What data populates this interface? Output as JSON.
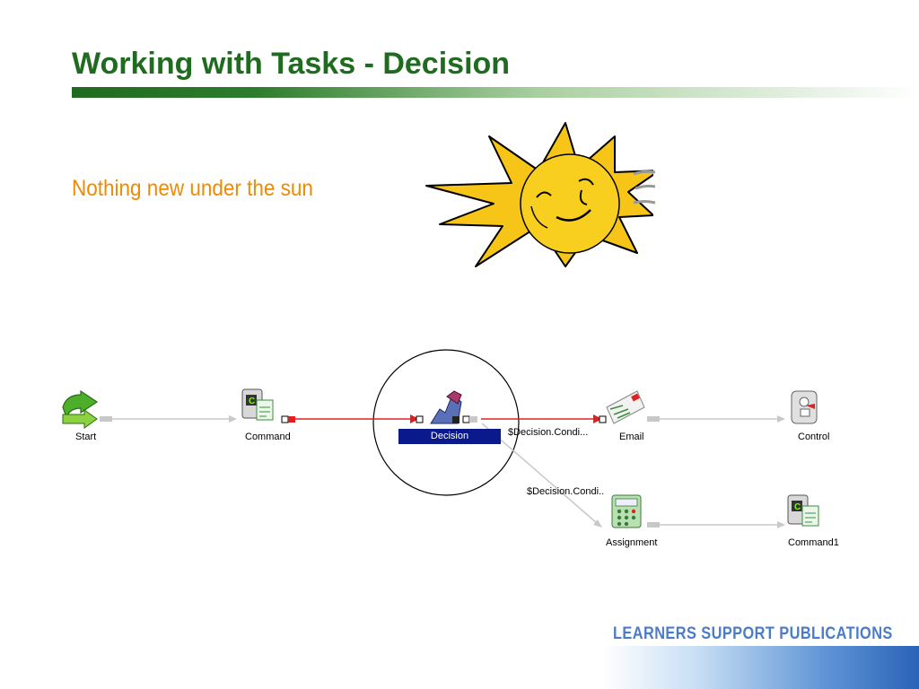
{
  "slide": {
    "title": "Working with Tasks - Decision",
    "subtitle": "Nothing new under the sun"
  },
  "workflow": {
    "nodes": {
      "start": "Start",
      "command": "Command",
      "decision": "Decision",
      "email": "Email",
      "control": "Control",
      "assignment": "Assignment",
      "command1": "Command1"
    },
    "links": {
      "decision_to_email": "$Decision.Condi...",
      "decision_to_assignment": "$Decision.Condi.."
    }
  },
  "branding": {
    "publisher": "LEARNERS SUPPORT PUBLICATIONS"
  },
  "colors": {
    "title": "#1f6b1f",
    "subtitle": "#f08a00",
    "selection": "#0a1a8c",
    "active_link": "#e02020",
    "brand": "#4a7cc8"
  }
}
